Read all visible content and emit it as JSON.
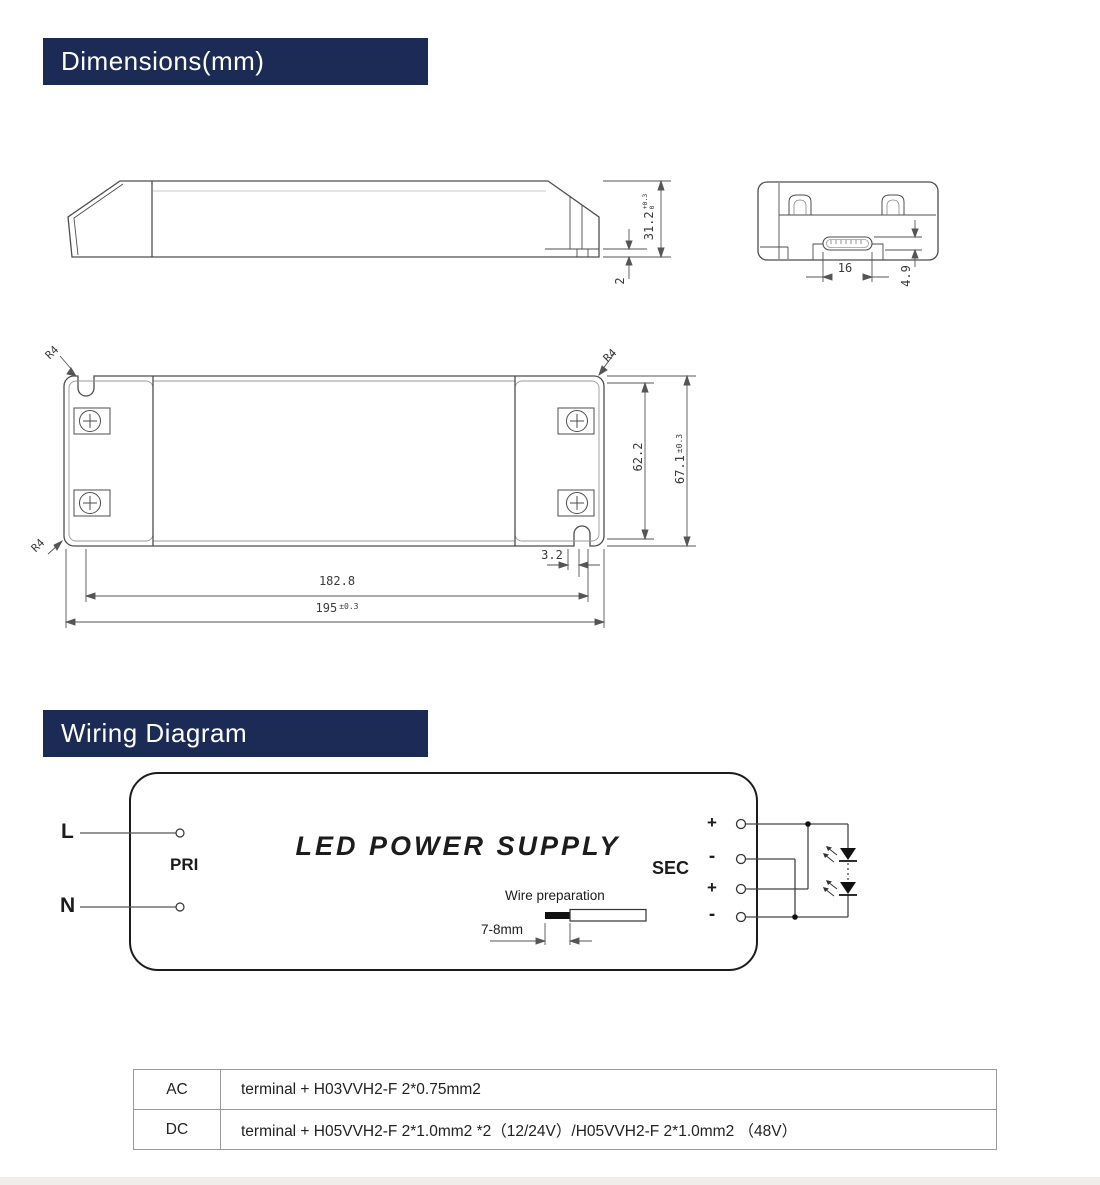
{
  "dimensions_section": {
    "header": {
      "label": "Dimensions(mm)"
    },
    "side_view": {
      "height_dim": {
        "value": "31.2",
        "tol_upper": "+0.3",
        "tol_lower": "0"
      },
      "base_dim": "2"
    },
    "end_view": {
      "slot_width_dim": "16",
      "slot_height_dim": "4.9"
    },
    "top_view": {
      "body_height_dim": "62.2",
      "overall_height_dim": {
        "value": "67.1",
        "tol": "±0.3"
      },
      "notch_offset_dim": "3.2",
      "body_length_dim": "182.8",
      "overall_length_dim": {
        "value": "195",
        "tol": "±0.3"
      },
      "corner_radius_label": "R4"
    }
  },
  "wiring_section": {
    "header": {
      "label": "Wiring Diagram"
    },
    "device_label": "LED POWER SUPPLY",
    "primary": {
      "line_label": "L",
      "neutral_label": "N",
      "label": "PRI"
    },
    "secondary": {
      "label": "SEC",
      "terminal_labels": [
        "+",
        "-",
        "+",
        "-"
      ]
    },
    "wire_preparation": {
      "title": "Wire preparation",
      "strip_length": "7-8mm"
    }
  },
  "cable_table": {
    "rows": [
      {
        "type": "AC",
        "spec": "terminal + H03VVH2-F 2*0.75mm2"
      },
      {
        "type": "DC",
        "spec": "terminal +  H05VVH2-F 2*1.0mm2  *2（12/24V）/H05VVH2-F 2*1.0mm2 （48V）"
      }
    ]
  }
}
